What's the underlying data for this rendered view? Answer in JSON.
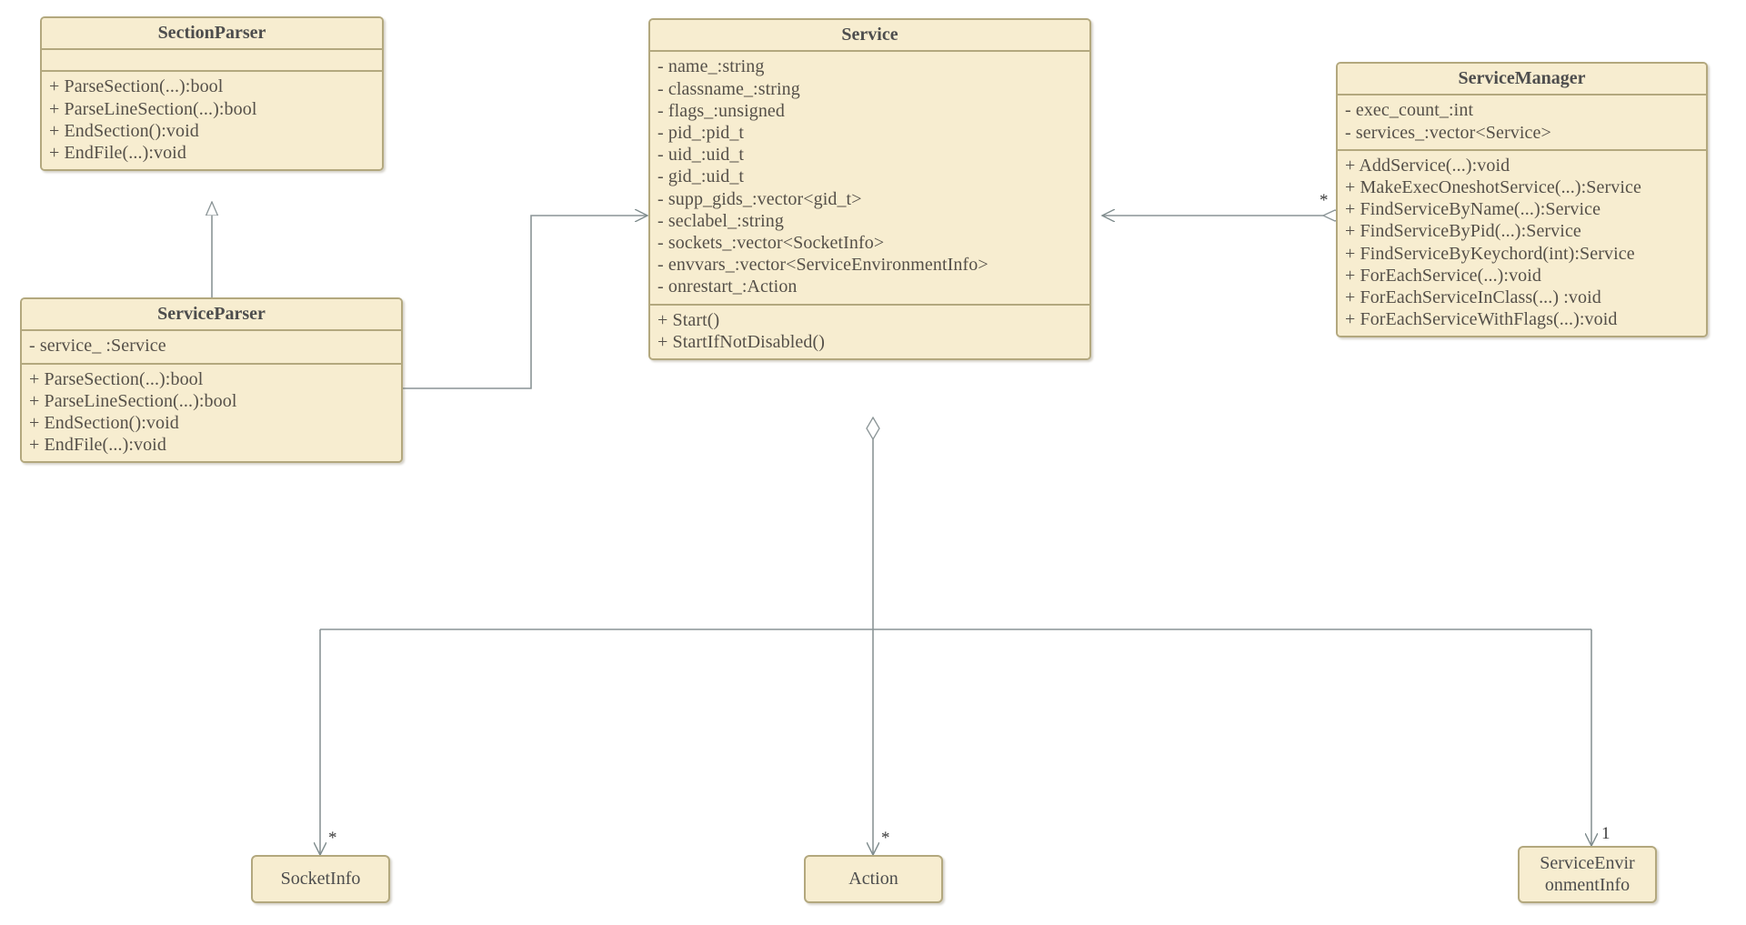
{
  "diagram": {
    "type": "uml-class-diagram",
    "background": "#ffffff",
    "box_fill": "#f7edd0",
    "box_border": "#b3a87e",
    "edge_color": "#7f8c8d",
    "text_color": "#555049"
  },
  "classes": {
    "section_parser": {
      "name": "SectionParser",
      "attributes": [],
      "operations": [
        "+ ParseSection(...):bool",
        "+ ParseLineSection(...):bool",
        "+ EndSection():void",
        "+ EndFile(...):void"
      ]
    },
    "service_parser": {
      "name": "ServiceParser",
      "attributes": [
        "- service_ :Service"
      ],
      "operations": [
        "+ ParseSection(...):bool",
        "+ ParseLineSection(...):bool",
        "+ EndSection():void",
        "+ EndFile(...):void"
      ]
    },
    "service": {
      "name": "Service",
      "attributes": [
        "- name_:string",
        "- classname_:string",
        "- flags_:unsigned",
        "- pid_:pid_t",
        "- uid_:uid_t",
        "- gid_:uid_t",
        "- supp_gids_:vector<gid_t>",
        "- seclabel_:string",
        "- sockets_:vector<SocketInfo>",
        "- envvars_:vector<ServiceEnvironmentInfo>",
        "- onrestart_:Action"
      ],
      "operations": [
        "+ Start()",
        "+ StartIfNotDisabled()"
      ]
    },
    "service_manager": {
      "name": "ServiceManager",
      "attributes": [
        "- exec_count_:int",
        "- services_:vector<Service>"
      ],
      "operations": [
        "+ AddService(...):void",
        "+ MakeExecOneshotService(...):Service",
        "+ FindServiceByName(...):Service",
        "+ FindServiceByPid(...):Service",
        "+ FindServiceByKeychord(int):Service",
        "+ ForEachService(...):void",
        "+ ForEachServiceInClass(...) :void",
        "+ ForEachServiceWithFlags(...):void"
      ]
    },
    "socket_info": {
      "name": "SocketInfo"
    },
    "action": {
      "name": "Action"
    },
    "service_environment_info": {
      "name": "ServiceEnvir onmentInfo",
      "line1": "ServiceEnvir",
      "line2": "onmentInfo"
    }
  },
  "relationships": [
    {
      "id": "inheritance-serviceparser-sectionparser",
      "kind": "generalization",
      "from": "ServiceParser",
      "to": "SectionParser",
      "multiplicity": ""
    },
    {
      "id": "association-serviceparser-service",
      "kind": "association",
      "from": "ServiceParser",
      "to": "Service",
      "multiplicity": ""
    },
    {
      "id": "aggregation-servicemanager-service",
      "kind": "aggregation",
      "from": "ServiceManager",
      "to": "Service",
      "multiplicity": "*"
    },
    {
      "id": "aggregation-service-socketinfo",
      "kind": "aggregation",
      "from": "Service",
      "to": "SocketInfo",
      "multiplicity": "*"
    },
    {
      "id": "aggregation-service-action",
      "kind": "aggregation",
      "from": "Service",
      "to": "Action",
      "multiplicity": "*"
    },
    {
      "id": "aggregation-service-serviceenvironmentinfo",
      "kind": "aggregation",
      "from": "Service",
      "to": "ServiceEnvironmentInfo",
      "multiplicity": "1"
    }
  ],
  "multiplicity_labels": {
    "manager_to_service": "*",
    "service_to_socketinfo": "*",
    "service_to_action": "*",
    "service_to_envinfo": "1"
  }
}
